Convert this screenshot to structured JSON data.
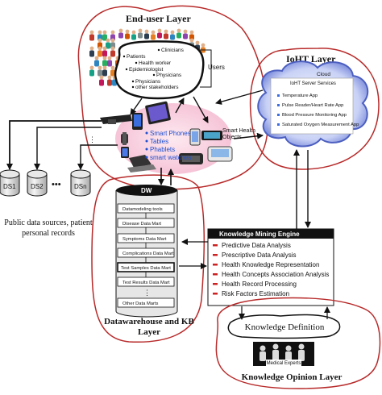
{
  "end_user_layer": {
    "title": "End-user Layer",
    "users_label": "Users",
    "user_types": [
      "Clinicians",
      "Patients",
      "Health worker",
      "Epidemiologist",
      "Physicians",
      "Physicians",
      "other stakeholders"
    ],
    "devices": [
      "Smart Phones",
      "Tables",
      "Phablets",
      "smart watches"
    ],
    "smart_objects_label": "Smart Health Objects"
  },
  "ioht_layer": {
    "title": "IoHT Layer",
    "cloud_label": "Cloud",
    "server_label": "IoHT Server Services",
    "apps": [
      "Temperature App",
      "Pulse Reader/Heart Rate App",
      "Blood Pressure Monitoring App",
      "Saturated Oxygen Measurement App"
    ]
  },
  "data_sources": {
    "items": [
      "DS1",
      "DS2",
      "DSn"
    ],
    "dots": "•••",
    "caption_line1": "Public data sources, patient",
    "caption_line2": "personal records"
  },
  "datawarehouse": {
    "title": "DW",
    "marts": [
      "Datamodeling tools",
      "Disease Data Mart",
      "Symptoms Data Mart",
      "Complications Data Mart",
      "Test Samples Data Mart",
      "Test Results Data Mart",
      "Other Data Marts"
    ],
    "layer_title_line1": "Datawarehouse and KB",
    "layer_title_line2": "Layer"
  },
  "knowledge_mining": {
    "title": "Knowledge Mining Engine",
    "items": [
      "Predictive Data Analysis",
      "Prescriptive  Data Analysis",
      "Health Knowledge Representation",
      "Health Concepts Association Analysis",
      "Health Record Processing",
      "Risk Factors Estimation"
    ]
  },
  "knowledge_opinion": {
    "definition_label": "Knowledge Definition",
    "experts_label": "Medical Experts",
    "layer_title": "Knowledge Opinion Layer"
  },
  "colors": {
    "layer_border": "#b82a2a",
    "bullet": "#cc2222",
    "text": "#111111",
    "cloud_fill": "#6a7fd8",
    "device_blue": "#1d4fd0"
  }
}
